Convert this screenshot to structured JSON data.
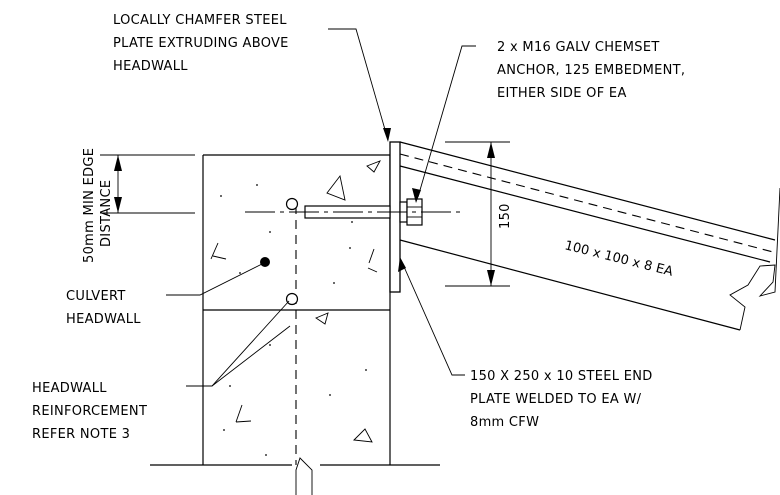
{
  "annotations": {
    "chamfer": [
      "LOCALLY CHAMFER STEEL",
      "PLATE EXTRUDING ABOVE",
      "HEADWALL"
    ],
    "anchor": [
      "2 x M16 GALV CHEMSET",
      "ANCHOR, 125 EMBEDMENT,",
      "EITHER SIDE OF EA"
    ],
    "edge_distance": [
      "50mm MIN EDGE",
      "DISTANCE"
    ],
    "dimension_150": "150",
    "angle_section": "100 x 100 x 8 EA",
    "culvert": [
      "CULVERT",
      "HEADWALL"
    ],
    "reinforcement": [
      "HEADWALL",
      "REINFORCEMENT",
      "REFER NOTE 3"
    ],
    "end_plate": [
      "150 X 250 x 10 STEEL END",
      "PLATE WELDED TO EA W/",
      "8mm CFW"
    ]
  }
}
